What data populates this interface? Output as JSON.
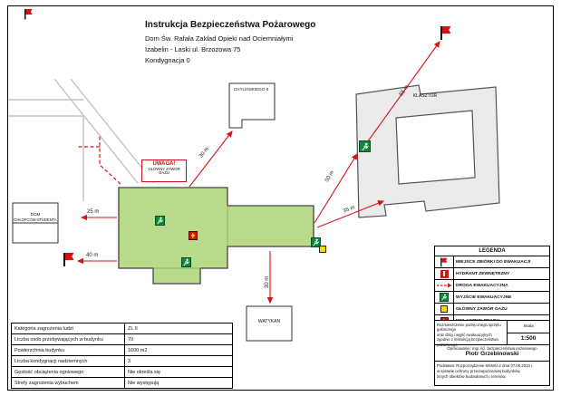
{
  "header": {
    "title": "Instrukcja Bezpieczeństwa Pożarowego",
    "line2": "Dom Św. Rafała Zakład Opieki nad Ociemniałymi",
    "line3": "Izabelin - Laski ul. Brzozowa 75",
    "line4": "Kondygnacja 0"
  },
  "map": {
    "labels": {
      "top_building": "CHYLIŃSKIEGO 8",
      "right_building": "KLASZTOR",
      "left_building_l1": "DOM",
      "left_building_l2": "CHŁOPCÓW-STUDENTA",
      "bottom_building": "WATYKAN"
    },
    "warning_box": {
      "title": "UWAGA!",
      "line1": "GŁÓWNY ZAWÓR",
      "line2": "GAZU"
    },
    "distances": {
      "d1": "50 m",
      "d2": "35 m",
      "d3": "30 m",
      "d4": "30 m",
      "d5": "25 m",
      "d6": "40 m",
      "d7": "55 m"
    }
  },
  "legend": {
    "title": "LEGENDA",
    "items": [
      {
        "icon": "assembly-flag",
        "label": "MIEJSCE ZBIÓRKI DO EWAKUACJI"
      },
      {
        "icon": "hydrant",
        "label": "HYDRANT ZEWNĘTRZNY"
      },
      {
        "icon": "dashed-route",
        "label": "DROGA EWAKUACYJNA"
      },
      {
        "icon": "exit-running-man",
        "label": "WYJŚCIE EWAKUACYJNE"
      },
      {
        "icon": "gas-valve",
        "label": "GŁÓWNY ZAWÓR GAZU"
      },
      {
        "icon": "power-switch",
        "label": "WYŁĄCZNIK PRĄDU"
      }
    ]
  },
  "info_table": {
    "rows": [
      {
        "label": "Kategoria zagrożenia ludzi",
        "value": "ZL II"
      },
      {
        "label": "Liczba osób przebywających w budynku",
        "value": "70"
      },
      {
        "label": "Powierzchnia budynku",
        "value": "1600 m2"
      },
      {
        "label": "Liczba kondygnacji nadziemnych",
        "value": "3"
      },
      {
        "label": "Gęstość obciążenia ogniowego",
        "value": "Nie określa się"
      },
      {
        "label": "Strefy zagrożenia wybuchem",
        "value": "Nie występują"
      }
    ]
  },
  "title_block": {
    "note_l1": "Rozmieszczenie podręcznego sprzętu gaśniczego",
    "note_l2": "oraz dróg i wyjść ewakuacyjnych",
    "note_l3": "zgodnie z instrukcją bezpieczeństwa pożarowego",
    "scale_label": "Skala",
    "scale_value": "1:500",
    "author_l1": "Opracowanie: mgr inż. bezpieczeństwa pożarowego",
    "author_l2": "Piotr Grzebinowski",
    "basis_l1": "Podstawa: Rozporządzenie MSWiA z dnia 07.06.2010 r.",
    "basis_l2": "w sprawie ochrony przeciwpożarowej budynków,",
    "basis_l3": "innych obiektów budowlanych i terenów.",
    "colors": {
      "route_red": "#d41414",
      "exit_green": "#0c8a3c",
      "gas_yellow": "#f4d800",
      "plan_green": "#b9d98b"
    }
  }
}
